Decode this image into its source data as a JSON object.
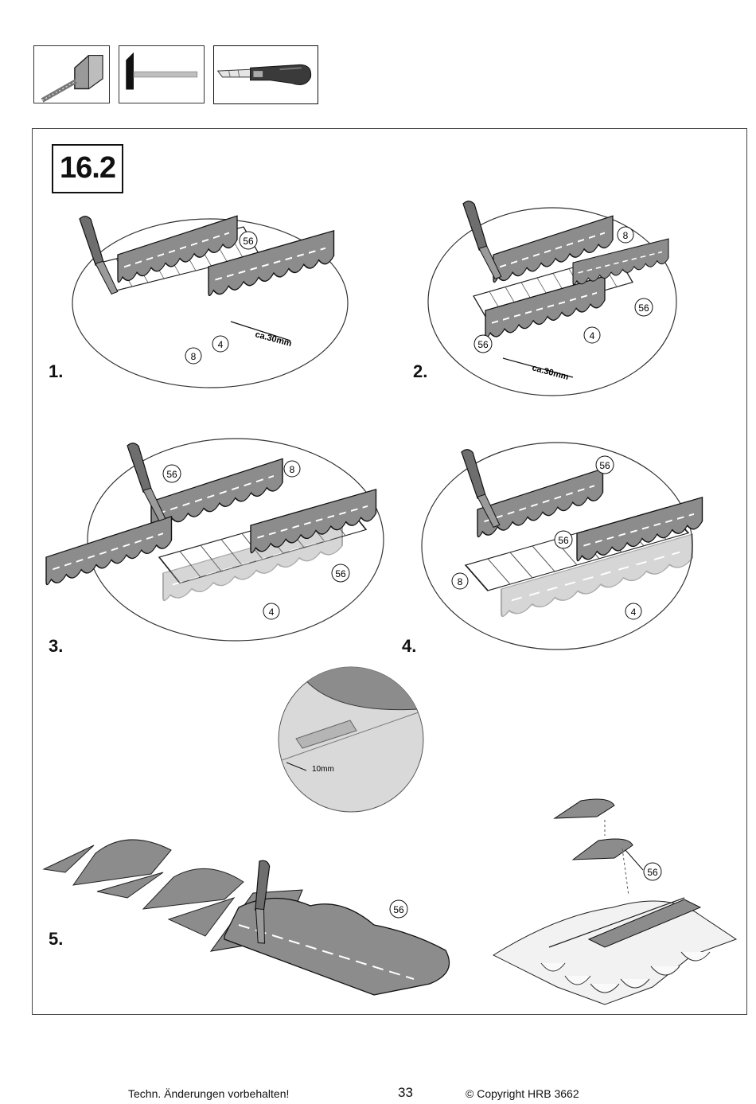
{
  "tools": [
    {
      "name": "tape-measure"
    },
    {
      "name": "hammer"
    },
    {
      "name": "utility-knife"
    }
  ],
  "section": "16.2",
  "steps": [
    "1.",
    "2.",
    "3.",
    "4.",
    "5."
  ],
  "callouts": {
    "shingle": "56",
    "board": "8",
    "strip": "4"
  },
  "dimensions": {
    "overhang": "ca.30mm",
    "offset": "10mm"
  },
  "footer": {
    "note": "Techn. Änderungen vorbehalten!",
    "page": "33",
    "copyright": "© Copyright HRB 3662"
  },
  "colors": {
    "shingle": "#8c8c8c",
    "shingle_light": "#d6d6d6",
    "detail_bg": "#d9d9d9"
  }
}
